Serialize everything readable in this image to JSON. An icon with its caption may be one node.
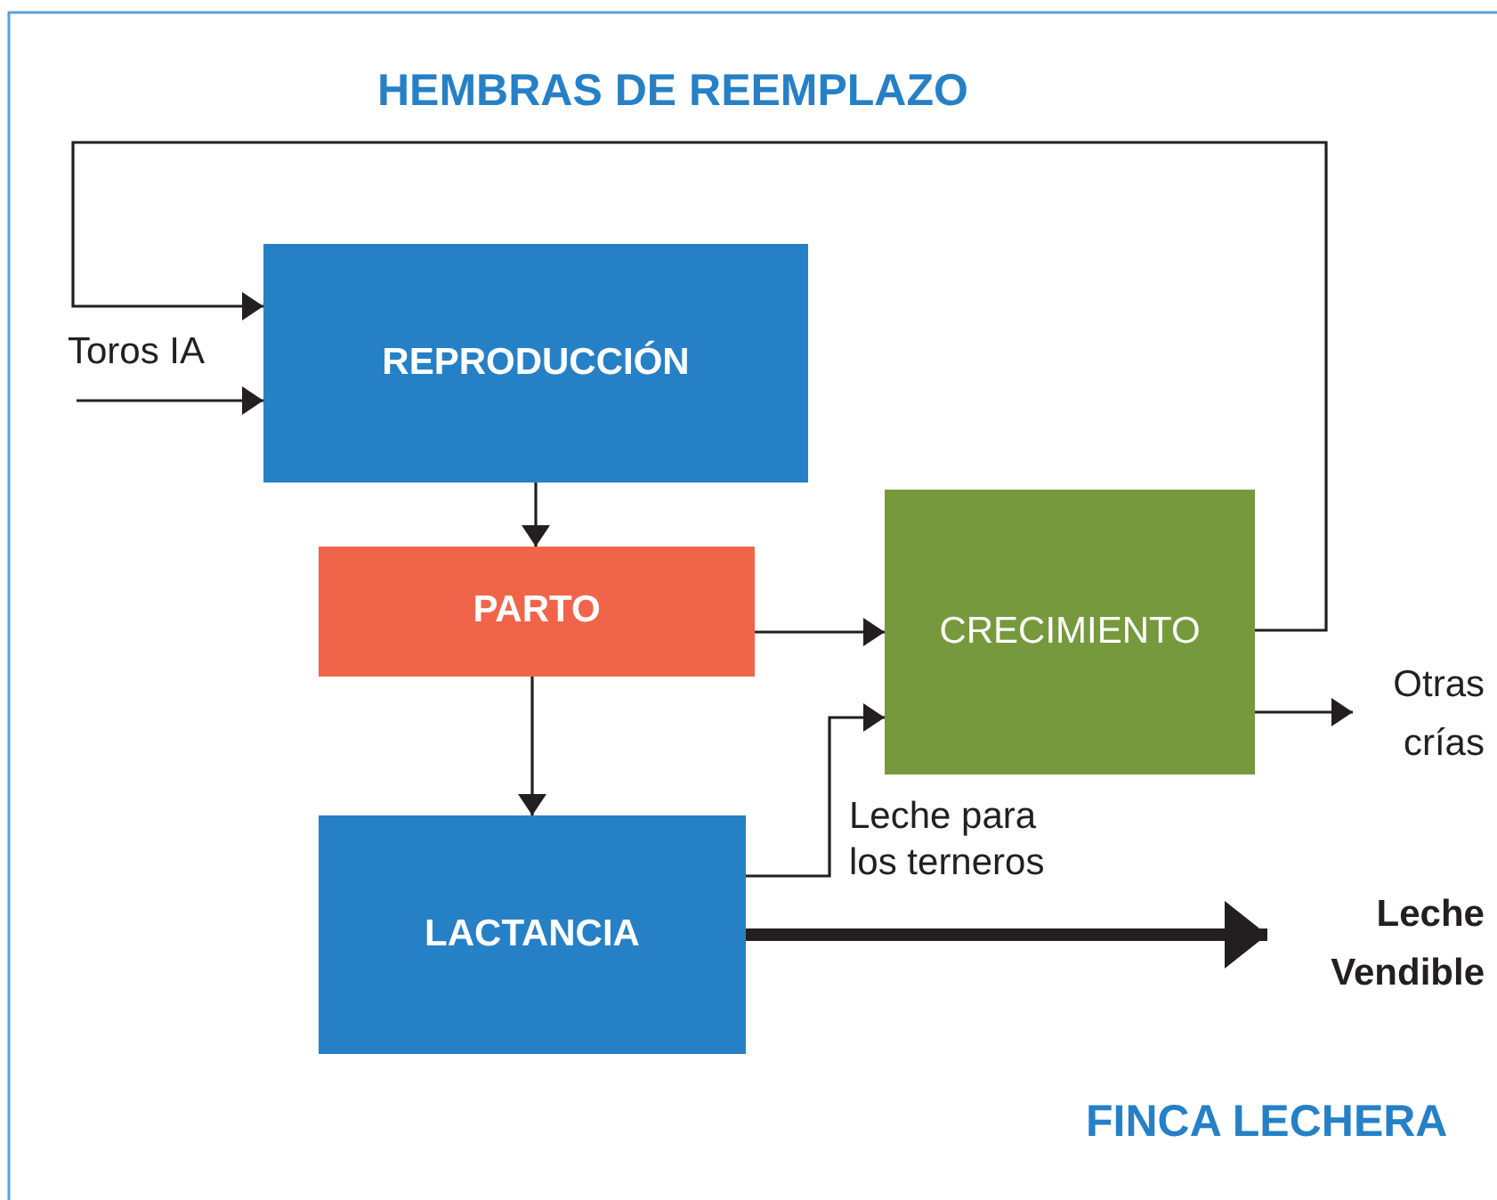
{
  "diagram": {
    "nodes": [
      {
        "text": [
          "REPRODUCCIÓN"
        ]
      },
      {
        "text": [
          "PARTO"
        ]
      },
      {
        "text": [
          "CRECIMIENTO"
        ]
      },
      {
        "text": [
          "LACTANCIA"
        ]
      },
      {
        "text": [
          "Otras crías"
        ]
      },
      {
        "text": [
          "Leche Vendible"
        ]
      }
    ],
    "edges": [
      {
        "from": 2,
        "to": 0,
        "arrow": "to",
        "label": "HEMBRAS DE REEMPLAZO"
      },
      {
        "from": null,
        "to": 0,
        "arrow": "to",
        "label": "Toros IA"
      },
      {
        "from": 0,
        "to": 1,
        "arrow": "to"
      },
      {
        "from": 1,
        "to": 3,
        "arrow": "to"
      },
      {
        "from": 1,
        "to": 2,
        "arrow": "to"
      },
      {
        "from": 3,
        "to": 2,
        "arrow": "to",
        "label": "Leche para los terneros"
      },
      {
        "from": 2,
        "to": 4,
        "arrow": "to"
      },
      {
        "from": 3,
        "to": 5,
        "arrow": "to",
        "style": "thick"
      }
    ],
    "labels": [
      "FINCA LECHERA"
    ]
  }
}
